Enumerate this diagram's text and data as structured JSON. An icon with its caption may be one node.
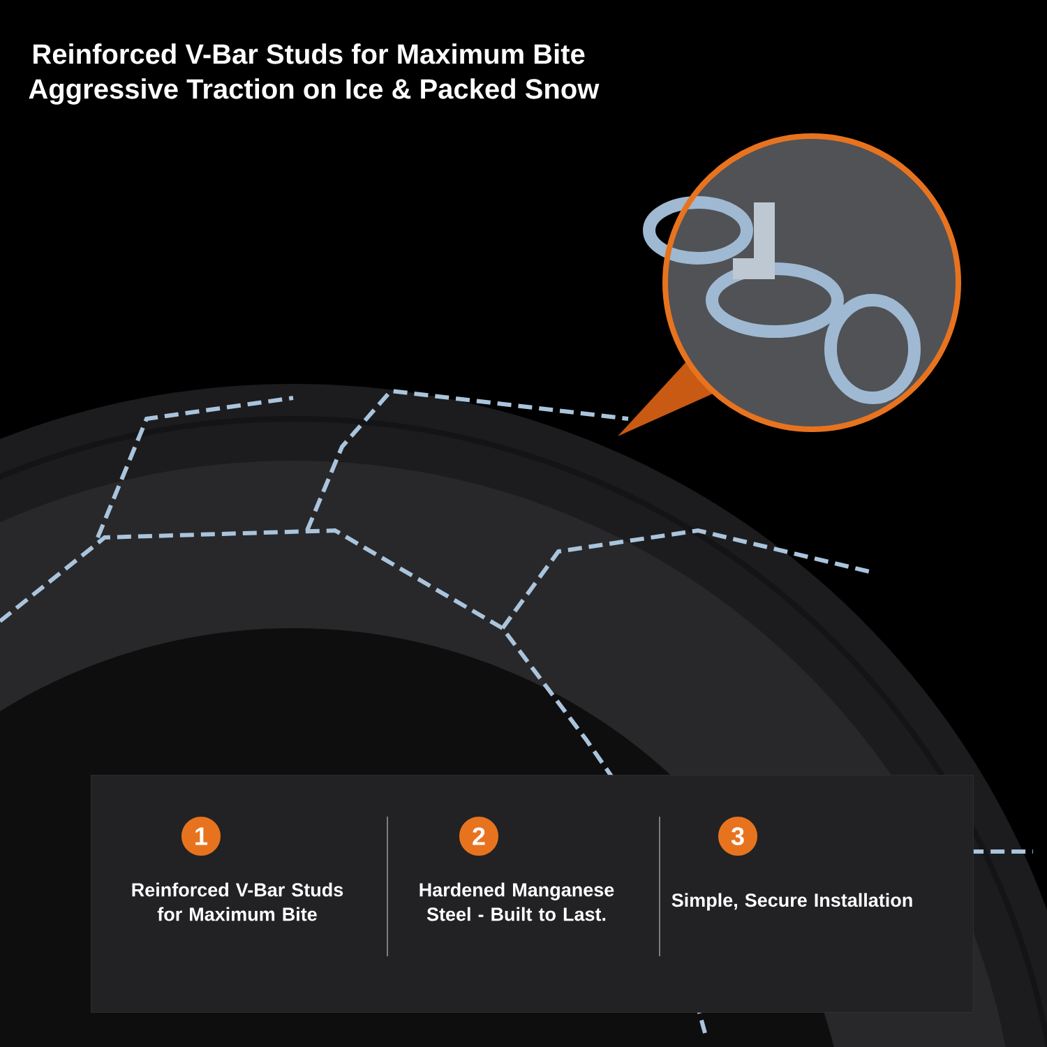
{
  "diagram": {
    "title": "Reinforced V-Bar Studs for Maximum Bite",
    "labels": [
      "Aggressive Traction on Ice & Packed Snow"
    ],
    "nodes": [
      {
        "text": [],
        "shape": "box"
      },
      {
        "text": [
          "1"
        ],
        "in": 0,
        "beside": [
          "Reinforced V-Bar Studs for Maximum Bite"
        ]
      },
      {
        "text": [
          "2"
        ],
        "in": 0,
        "beside": [
          "Hardened Manganese Steel - Built to Last."
        ]
      },
      {
        "text": [
          "3"
        ],
        "in": 0,
        "beside": [
          "Simple, Secure Installation"
        ]
      }
    ],
    "edges": []
  }
}
